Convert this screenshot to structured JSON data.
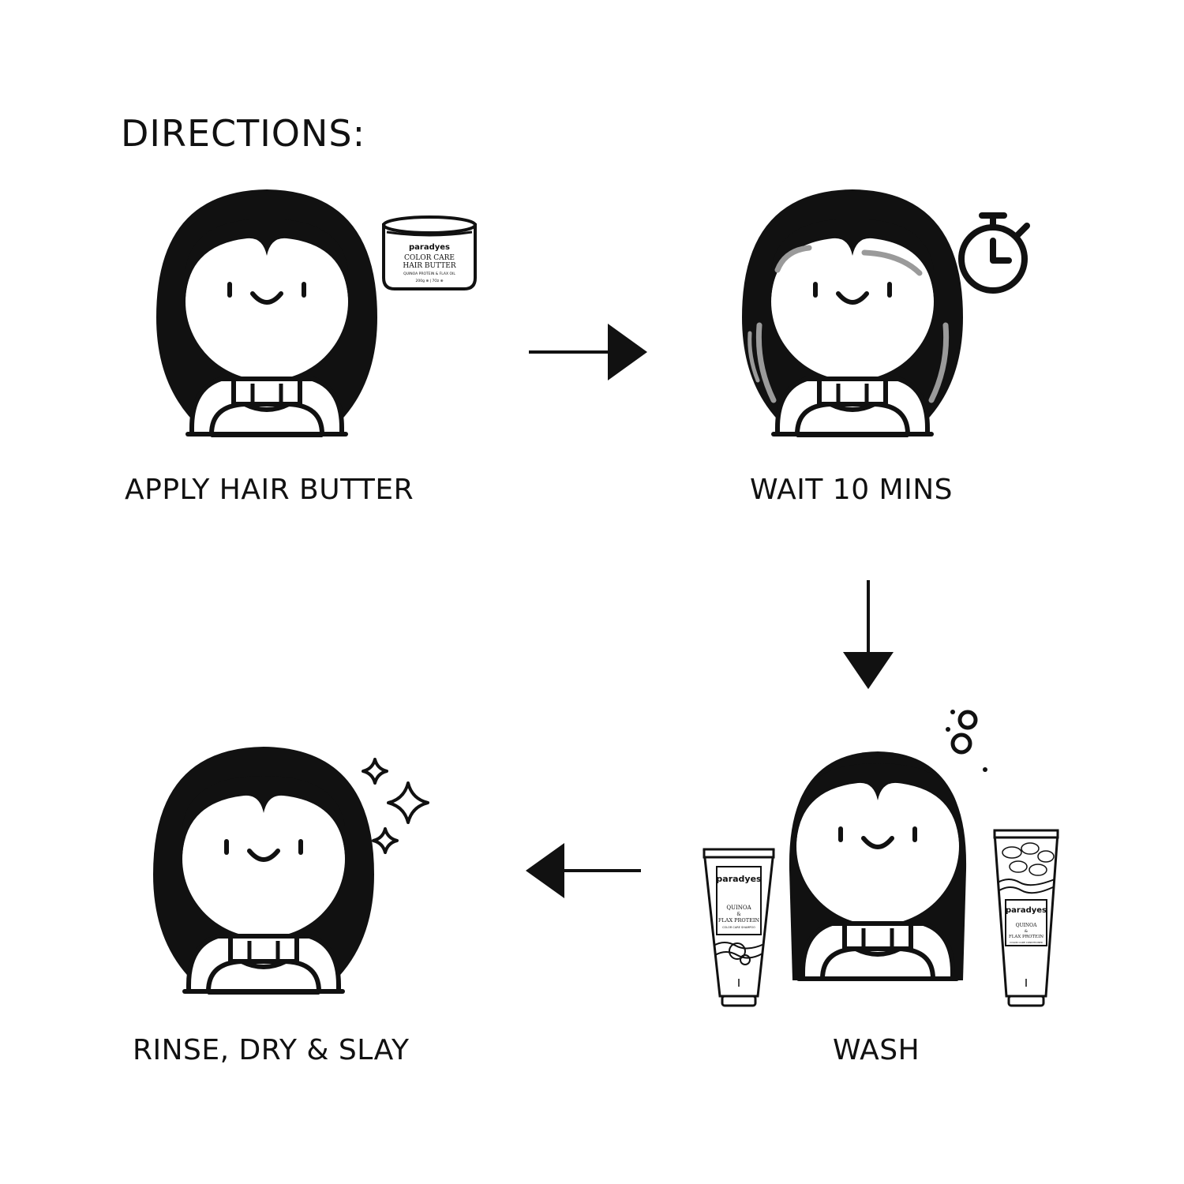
{
  "title": "DIRECTIONS:",
  "steps": [
    {
      "label": "APPLY HAIR BUTTER"
    },
    {
      "label": "WAIT 10 MINS"
    },
    {
      "label": "WASH"
    },
    {
      "label": "RINSE, DRY & SLAY"
    }
  ],
  "jar": {
    "brand": "paradyes",
    "line1": "COLOR CARE",
    "line2": "HAIR BUTTER",
    "line3": "QUINOA PROTEIN & FLAX OIL",
    "line4": "200g ⊕ | 7Oz ⊕"
  },
  "shampoo": {
    "brand": "paradyes",
    "line1": "QUINOA",
    "line2": "&",
    "line3": "FLAX PROTEIN",
    "line4": "COLOR CARE SHAMPOO"
  },
  "conditioner": {
    "brand": "paradyes",
    "line1": "QUINOA",
    "line2": "&",
    "line3": "FLAX PROTEIN",
    "line4": "COLOR CARE CONDITIONER"
  },
  "colors": {
    "ink": "#111111",
    "highlight": "#9a9a9a"
  }
}
